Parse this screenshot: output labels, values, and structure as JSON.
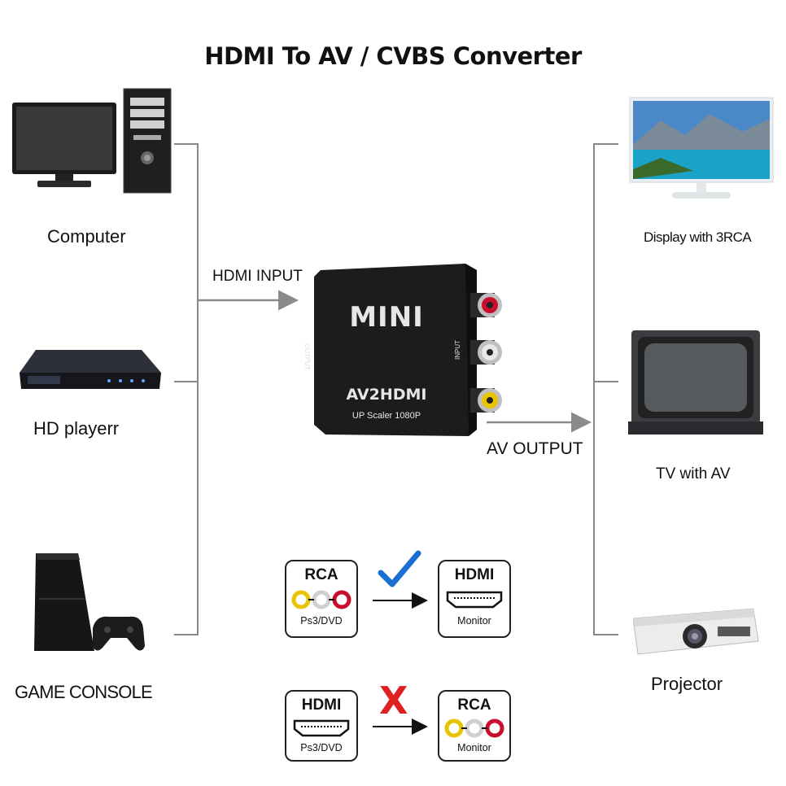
{
  "title": "HDMI To AV / CVBS Converter",
  "sources": [
    {
      "label": "Computer"
    },
    {
      "label": "HD playerr"
    },
    {
      "label": "GAME CONSOLE"
    }
  ],
  "outputs": [
    {
      "label": "Display with 3RCA"
    },
    {
      "label": "TV with AV"
    },
    {
      "label": "Projector"
    }
  ],
  "arrows": {
    "input_label": "HDMI INPUT",
    "output_label": "AV OUTPUT"
  },
  "device": {
    "brand": "MINI",
    "model": "AV2HDMI",
    "subtitle": "UP Scaler 1080P",
    "left_port": "OUTPUT",
    "right_port": "INPUT",
    "body_color": "#1c1c1c"
  },
  "compat_rows": [
    {
      "status": "supported",
      "status_icon": "checkmark-icon",
      "status_color": "#1a6fd1",
      "from": {
        "label": "RCA",
        "caption": "Ps3/DVD",
        "icon": "rca-connector-icon"
      },
      "to": {
        "label": "HDMI",
        "caption": "Monitor",
        "icon": "hdmi-connector-icon"
      }
    },
    {
      "status": "not-supported",
      "status_icon": "x-mark",
      "status_color": "#e02020",
      "from": {
        "label": "HDMI",
        "caption": "Ps3/DVD",
        "icon": "hdmi-connector-icon"
      },
      "to": {
        "label": "RCA",
        "caption": "Monitor",
        "icon": "rca-connector-icon"
      }
    }
  ],
  "colors": {
    "connector_line": "#888888",
    "arrow": "#8a8a8a",
    "rca_yellow": "#e8c400",
    "rca_white": "#d9d9d9",
    "rca_red": "#c8102e"
  }
}
